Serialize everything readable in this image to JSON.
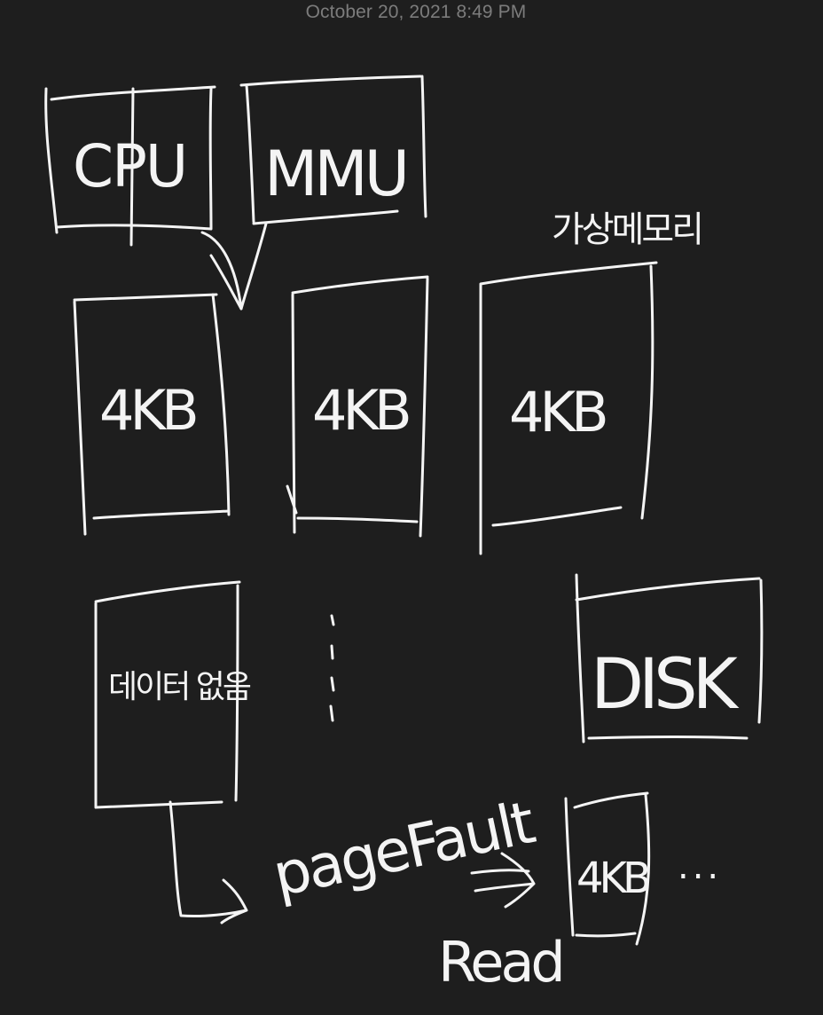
{
  "note": {
    "timestamp": "October 20, 2021 8:49 PM"
  },
  "drawing": {
    "cpu_label": "CPU",
    "mmu_label": "MMU",
    "virtual_memory_label": "가상메모리",
    "pages": [
      {
        "label": "4KB"
      },
      {
        "label": "4KB"
      },
      {
        "label": "4KB"
      }
    ],
    "data_none_label": "데이터 없음",
    "ellipsis_vertical": ":",
    "disk_label": "DISK",
    "page_fault_label": "pageFault",
    "read_label": "Read",
    "disk_page_label": "4KB",
    "trailing_ellipsis": "..."
  },
  "colors": {
    "background": "#1e1e1e",
    "ink": "#f4f4f4",
    "timestamp": "#7c7c7c"
  }
}
